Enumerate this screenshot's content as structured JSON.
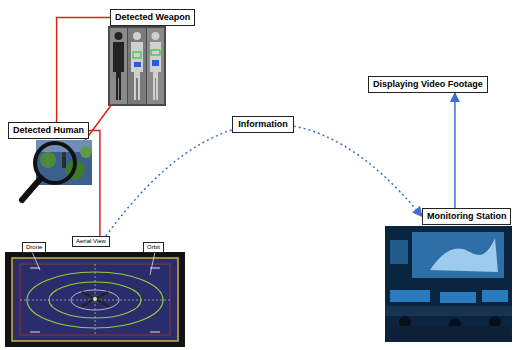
{
  "diagram": {
    "nodes": [
      {
        "text": [
          "Detected Weapon"
        ]
      },
      {
        "text": [
          "Detected Human"
        ]
      },
      {
        "text": [
          "Displaying Video Footage"
        ]
      },
      {
        "text": [
          "Drone"
        ]
      },
      {
        "text": [
          "Aerial View"
        ]
      },
      {
        "text": [
          "Orbit"
        ]
      },
      {
        "text": [
          "Monitoring Station"
        ]
      }
    ],
    "edges": [
      {
        "from": 1,
        "to": 0,
        "arrow": "none"
      },
      {
        "from": 4,
        "to": 1,
        "arrow": "none"
      },
      {
        "from": 4,
        "to": 6,
        "label": "Information",
        "arrow": "to"
      },
      {
        "from": 6,
        "to": 2,
        "arrow": "to"
      }
    ]
  }
}
